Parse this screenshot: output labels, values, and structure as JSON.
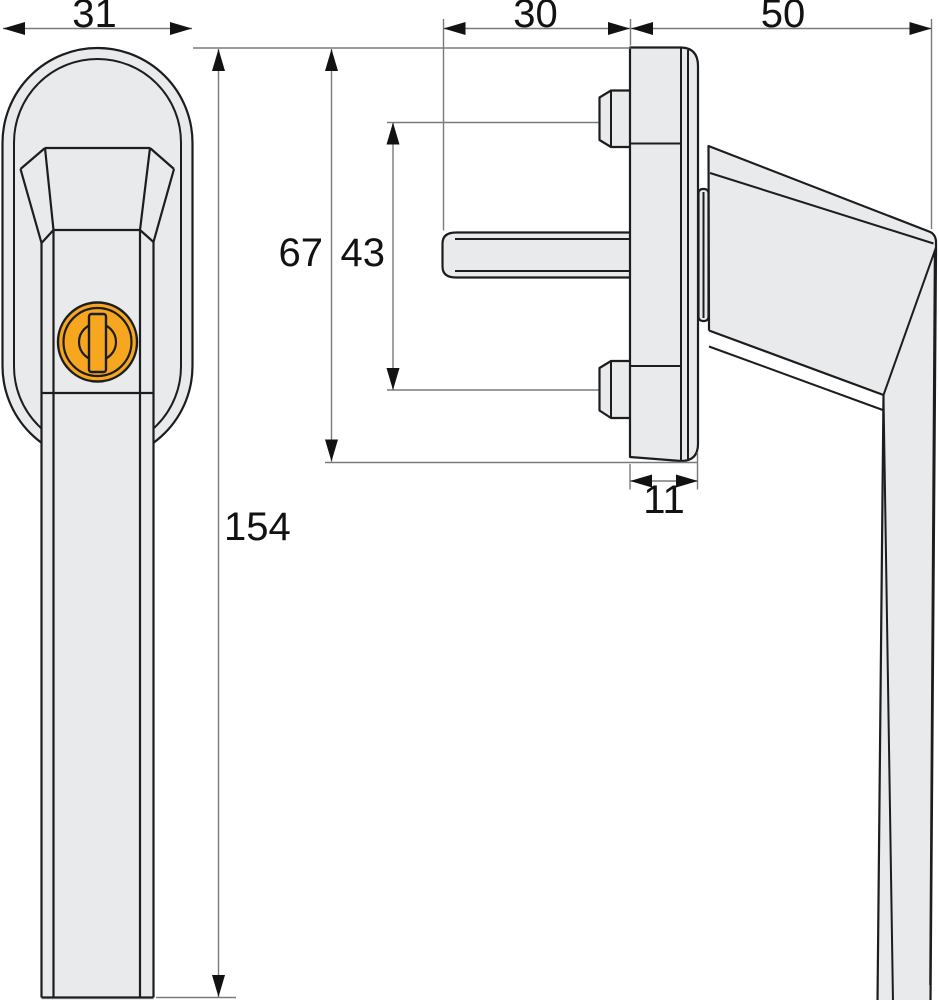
{
  "figure": {
    "kind": "technical-dimension-drawing",
    "subject": "lockable window handle shown in front view and side view with millimetre dimensions"
  },
  "colors": {
    "body_fill": "#e9eaeb",
    "outline": "#1d1d1f",
    "dimension_line": "#7a7a7a",
    "arrow": "#121212",
    "lock_fill": "#f6a71f",
    "background": "#ffffff"
  },
  "dims": {
    "front_width": "31",
    "front_total_height": "154",
    "rosette_height": "67",
    "pin_spacing": "43",
    "spindle_length": "30",
    "handle_depth": "50",
    "rosette_thickness": "11"
  }
}
